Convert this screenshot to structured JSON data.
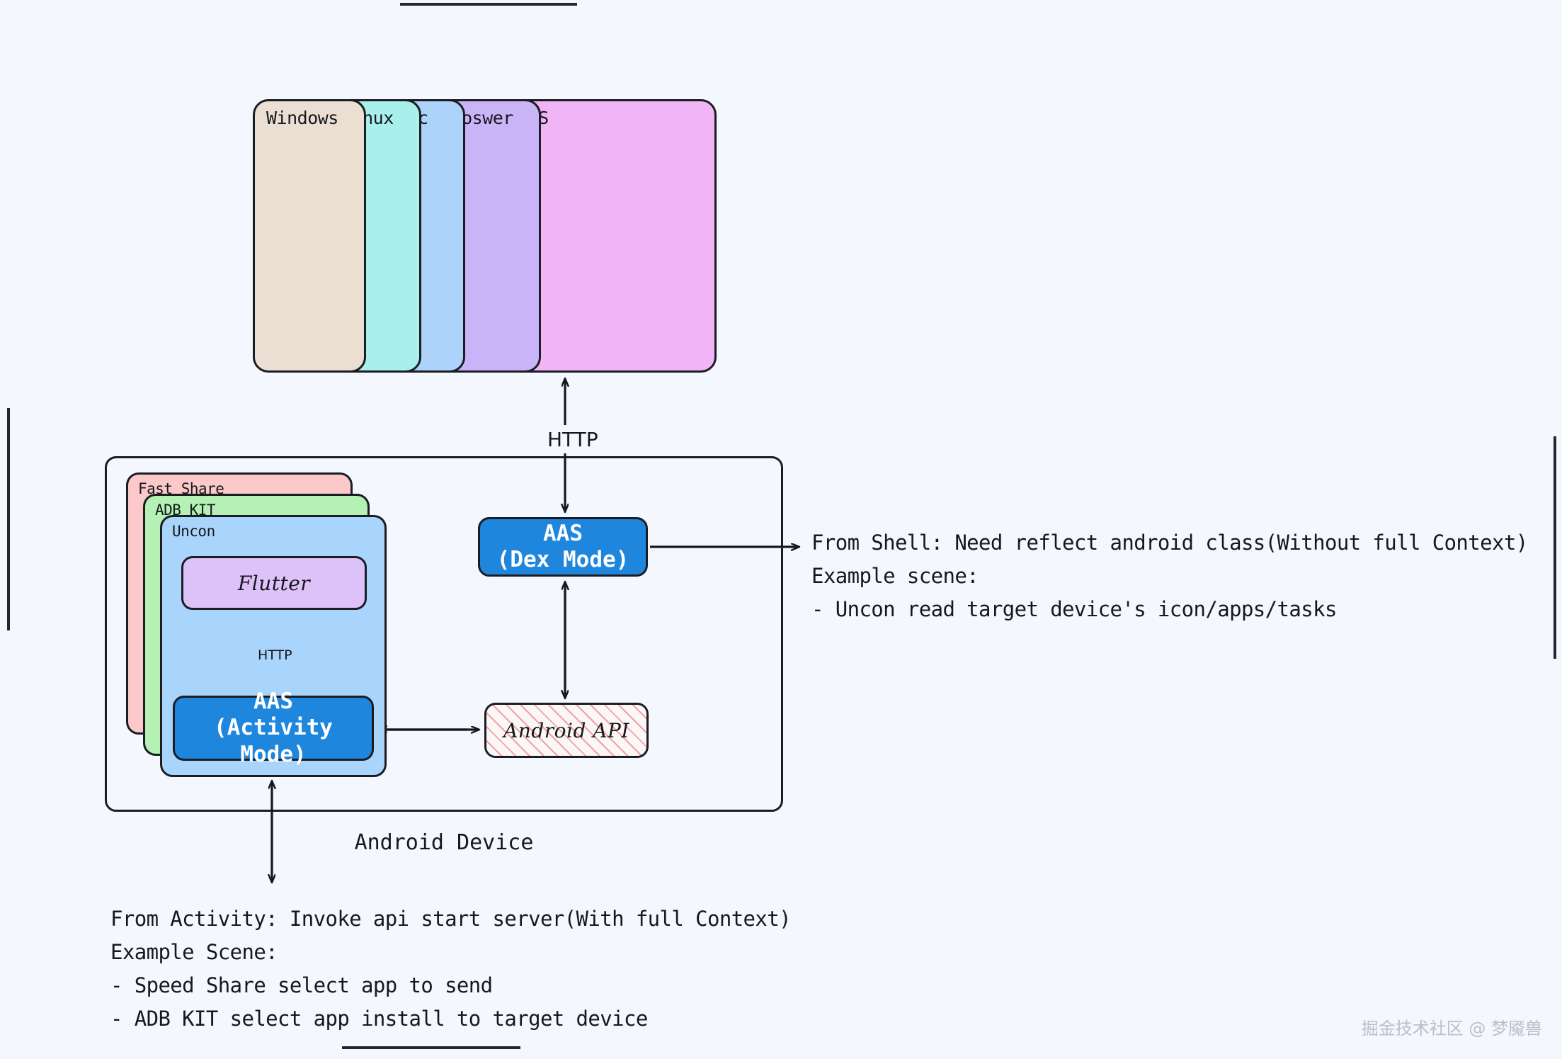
{
  "page": {
    "background_color": "#f4f7fd",
    "watermark": "掘金技术社区 @ 梦魇兽"
  },
  "platforms": {
    "items": [
      {
        "label": "Windows",
        "color": "#ebdfd4"
      },
      {
        "label": "Linux",
        "color": "#a9f0ed"
      },
      {
        "label": "Mac",
        "color": "#aed3fb"
      },
      {
        "label": "Broswer",
        "color": "#cab4f8"
      },
      {
        "label": "iOS",
        "color": "#f1b4f6"
      }
    ]
  },
  "device": {
    "caption": "Android Device",
    "app_stack": [
      {
        "label": "Fast Share",
        "color": "#fbc9c9"
      },
      {
        "label": "ADB KIT",
        "color": "#b5f0b5"
      },
      {
        "label": "Uncon",
        "color": "#a9d4fb"
      }
    ],
    "nodes": {
      "flutter": {
        "label": "Flutter",
        "color": "#ddc2f9"
      },
      "aas_activity": {
        "line1": "AAS",
        "line2": "(Activity Mode)",
        "color": "#1f86dd"
      },
      "aas_dex": {
        "line1": "AAS",
        "line2": "(Dex Mode)",
        "color": "#1f86dd"
      },
      "android_api": {
        "label": "Android API",
        "color": "#fbf7f7",
        "hatch_color": "#f2a2a2"
      }
    }
  },
  "connectors": {
    "http_top": "HTTP",
    "http_inner": "HTTP"
  },
  "annotations": {
    "shell": "From Shell: Need reflect android class(Without full Context)\nExample scene:\n- Uncon read target device's icon/apps/tasks",
    "activity": "From Activity: Invoke api start server(With full Context)\nExample Scene:\n- Speed Share select app to send\n- ADB KIT select app install to target device"
  }
}
